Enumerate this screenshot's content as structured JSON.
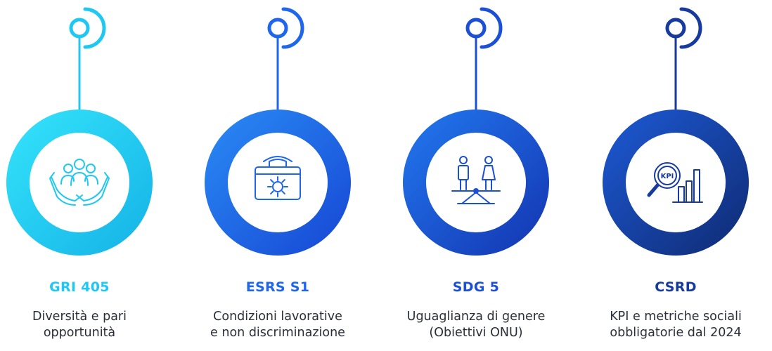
{
  "steps": [
    {
      "id": "gri405",
      "title": "GRI 405",
      "desc_line1": "Diversità e pari",
      "desc_line2": "opportunità",
      "color": "#1fc8f2",
      "icon": "hands-people-icon"
    },
    {
      "id": "esrss1",
      "title": "ESRS S1",
      "desc_line1": "Condizioni lavorative",
      "desc_line2": "e non discriminazione",
      "color": "#1e66ec",
      "icon": "toolbox-gear-icon"
    },
    {
      "id": "sdg5",
      "title": "SDG 5",
      "desc_line1": "Uguaglianza di genere",
      "desc_line2": "(Obiettivi ONU)",
      "color": "#1a4fd6",
      "icon": "gender-balance-icon"
    },
    {
      "id": "csrd",
      "title": "CSRD",
      "desc_line1": "KPI e metriche sociali",
      "desc_line2": "obbligatorie dal 2024",
      "color": "#173a9e",
      "icon": "kpi-chart-icon"
    }
  ],
  "icon_text": {
    "kpi": "KPI"
  }
}
